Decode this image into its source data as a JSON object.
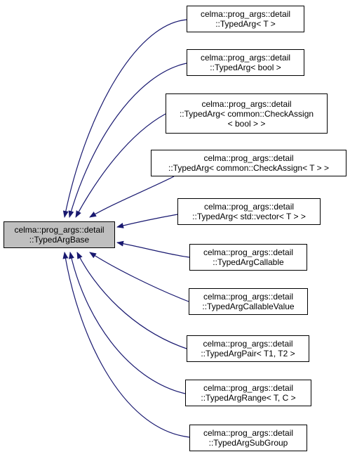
{
  "diagram": {
    "edge_color": "#191970",
    "base_fill": "#bfbfbf",
    "base": {
      "id": "base",
      "lines": [
        "celma::prog_args::detail",
        "::TypedArgBase"
      ]
    },
    "derived": [
      {
        "id": "typedarg-t",
        "lines": [
          "celma::prog_args::detail",
          "::TypedArg< T >"
        ]
      },
      {
        "id": "typedarg-bool",
        "lines": [
          "celma::prog_args::detail",
          "::TypedArg< bool >"
        ]
      },
      {
        "id": "typedarg-checkassign-bool",
        "lines": [
          "celma::prog_args::detail",
          "::TypedArg< common::CheckAssign",
          "< bool > >"
        ]
      },
      {
        "id": "typedarg-checkassign-t",
        "lines": [
          "celma::prog_args::detail",
          "::TypedArg< common::CheckAssign< T > >"
        ]
      },
      {
        "id": "typedarg-vector",
        "lines": [
          "celma::prog_args::detail",
          "::TypedArg< std::vector< T > >"
        ]
      },
      {
        "id": "typedargcallable",
        "lines": [
          "celma::prog_args::detail",
          "::TypedArgCallable"
        ]
      },
      {
        "id": "typedargcallablevalue",
        "lines": [
          "celma::prog_args::detail",
          "::TypedArgCallableValue"
        ]
      },
      {
        "id": "typedargpair",
        "lines": [
          "celma::prog_args::detail",
          "::TypedArgPair< T1, T2 >"
        ]
      },
      {
        "id": "typedargrange",
        "lines": [
          "celma::prog_args::detail",
          "::TypedArgRange< T, C >"
        ]
      },
      {
        "id": "typedargsubgroup",
        "lines": [
          "celma::prog_args::detail",
          "::TypedArgSubGroup"
        ]
      }
    ]
  }
}
